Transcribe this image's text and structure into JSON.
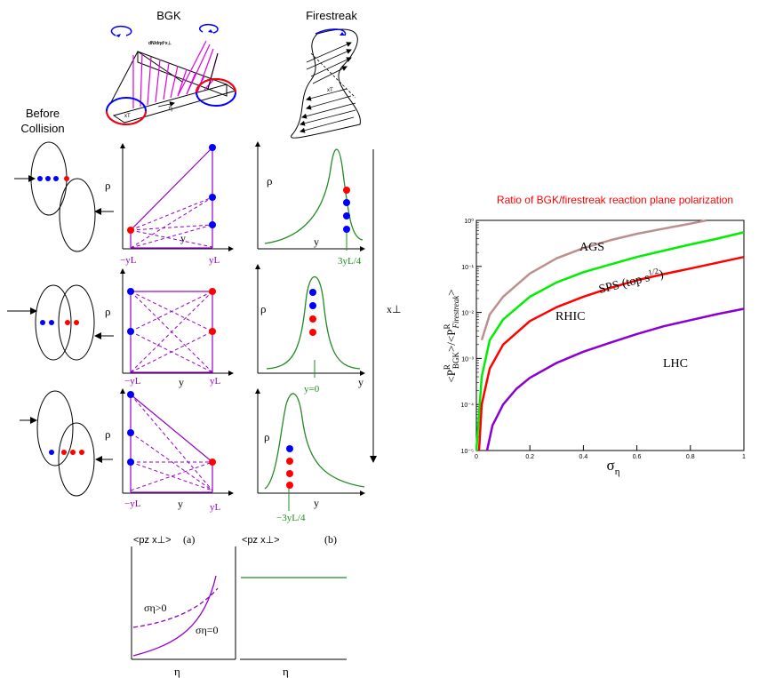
{
  "colors": {
    "purple": "#9400c8",
    "magenta": "#e000e0",
    "green": "#228b22",
    "blue": "#0000ff",
    "red": "#ff0000",
    "text_red": "#ff0000",
    "brown": "#bc8f8f",
    "lime": "#00ee00",
    "violet": "#8a00d4"
  },
  "left": {
    "bgk_title": "BGK",
    "firestreak_title": "Firestreak",
    "dn_label": "dN/dηd²x⊥",
    "eta_label": "η",
    "xt_label": "xT",
    "before_line1": "Before",
    "before_line2": "Collision",
    "rho": "ρ",
    "y": "y",
    "neg_yL": "−yL",
    "yL": "yL",
    "three_yL4": "3yL/4",
    "y0": "y=0",
    "neg_three_yL4": "−3yL/4",
    "x_perp": "x⊥",
    "panel_a": "(a)",
    "panel_b": "(b)",
    "pz_x": "<pz x⊥>",
    "sigma_gt": "ση>0",
    "sigma_eq": "ση=0",
    "eta_axis": "η"
  },
  "chart_title": "Ratio of BGK/firestreak   reaction plane polarization",
  "chart_data": {
    "type": "line",
    "title": "Ratio of BGK/firestreak   reaction plane polarization",
    "xlabel": "ση",
    "ylabel": "<P^R_BGK>/<P^R_Firestreak>",
    "xlim": [
      0,
      1
    ],
    "ylim": [
      1e-05,
      1
    ],
    "y_scale": "log",
    "x_ticks": [
      "0",
      "0.2",
      "0.4",
      "0.6",
      "0.8",
      "1"
    ],
    "y_ticks": [
      "10⁻⁵",
      "10⁻⁴",
      "10⁻³",
      "10⁻²",
      "10⁻¹",
      "10⁰"
    ],
    "series": [
      {
        "name": "AGS",
        "color": "#bc8f8f",
        "x": [
          0.02,
          0.05,
          0.1,
          0.2,
          0.3,
          0.4,
          0.5,
          0.6,
          0.7,
          0.8,
          0.86
        ],
        "y": [
          0.0025,
          0.009,
          0.022,
          0.07,
          0.15,
          0.25,
          0.37,
          0.51,
          0.66,
          0.85,
          1.0
        ]
      },
      {
        "name": "SPS (top s1/2)",
        "color": "#00ee00",
        "x": [
          0.0,
          0.02,
          0.05,
          0.1,
          0.2,
          0.3,
          0.4,
          0.5,
          0.6,
          0.7,
          0.8,
          0.9,
          1.0
        ],
        "y": [
          1e-05,
          0.0004,
          0.0025,
          0.007,
          0.022,
          0.045,
          0.075,
          0.11,
          0.16,
          0.22,
          0.3,
          0.4,
          0.55
        ]
      },
      {
        "name": "RHIC",
        "color": "#ff0000",
        "x": [
          0.01,
          0.02,
          0.05,
          0.1,
          0.2,
          0.3,
          0.4,
          0.5,
          0.6,
          0.7,
          0.8,
          0.9,
          1.0
        ],
        "y": [
          1e-05,
          0.0001,
          0.0006,
          0.002,
          0.0065,
          0.013,
          0.022,
          0.034,
          0.05,
          0.068,
          0.09,
          0.12,
          0.16
        ]
      },
      {
        "name": "LHC",
        "color": "#8a00d4",
        "x": [
          0.04,
          0.06,
          0.1,
          0.15,
          0.2,
          0.3,
          0.4,
          0.5,
          0.6,
          0.7,
          0.8,
          0.9,
          1.0
        ],
        "y": [
          1e-05,
          3.5e-05,
          0.0001,
          0.00022,
          0.00038,
          0.0008,
          0.0014,
          0.0022,
          0.0034,
          0.005,
          0.0068,
          0.0092,
          0.012
        ]
      }
    ],
    "annotations": [
      "AGS",
      "SPS (top s",
      "1/2",
      ")",
      "RHIC",
      "LHC"
    ],
    "grid": false
  }
}
